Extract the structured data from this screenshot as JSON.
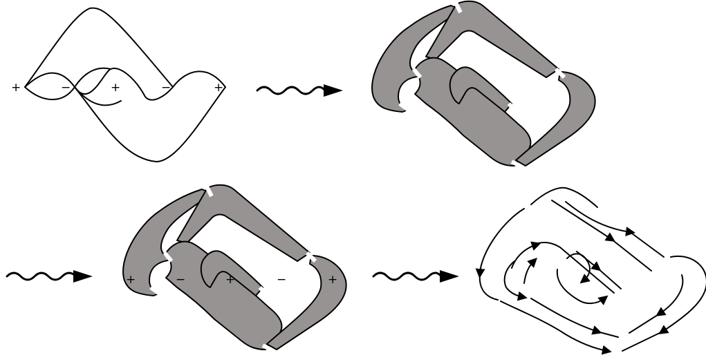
{
  "panels": [
    {
      "id": "front-diagram",
      "signs": [
        "+",
        "−",
        "+",
        "−",
        "+"
      ]
    },
    {
      "id": "ribbon-surface"
    },
    {
      "id": "ribbon-surface-signed",
      "signs": [
        "+",
        "−",
        "+",
        "−",
        "+"
      ]
    },
    {
      "id": "oriented-link"
    }
  ],
  "transitions": 3,
  "colors": {
    "ribbon_fill": "#979393",
    "stroke": "#000000",
    "background": "#ffffff"
  }
}
